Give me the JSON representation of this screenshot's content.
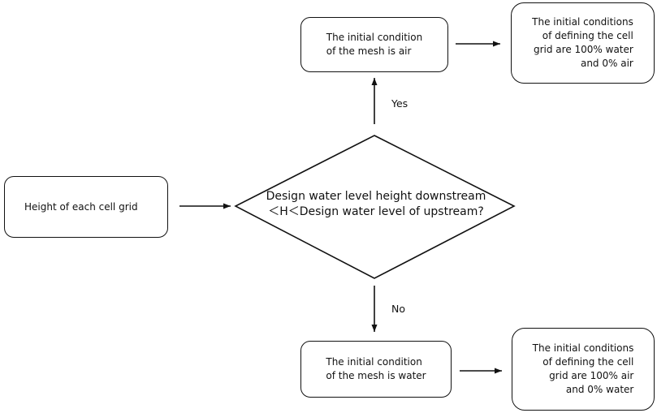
{
  "nodes": {
    "start": {
      "text": "Height of each cell grid"
    },
    "decision": {
      "line1": "Design water level height downstream",
      "line2": "＜H＜Design water level of upstream?"
    },
    "yes_step": {
      "line1": "The initial condition",
      "line2": "of the mesh is air"
    },
    "yes_result": {
      "line1": "The initial conditions",
      "line2": "of defining the cell",
      "line3": "grid are 100% water",
      "line4": "and 0% air"
    },
    "no_step": {
      "line1": "The initial condition",
      "line2": "of the mesh is water"
    },
    "no_result": {
      "line1": "The initial conditions",
      "line2": "of defining the cell",
      "line3": "grid are 100% air",
      "line4": "and 0% water"
    }
  },
  "edge_labels": {
    "yes": "Yes",
    "no": "No"
  },
  "colors": {
    "stroke": "#111111",
    "background": "#ffffff"
  }
}
